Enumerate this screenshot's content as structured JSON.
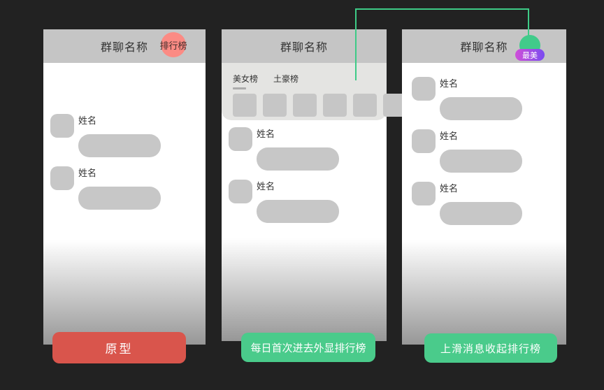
{
  "background": "#222222",
  "colors": {
    "header_gray": "#c5c5c5",
    "placeholder_gray": "#c7c7c7",
    "overlay_gray": "#e4e4e2",
    "red_button": "#d9554c",
    "pink_badge": "#fb8b84",
    "green_button": "#4acb8b",
    "connector_green": "#3ecb87",
    "crown_circle_green": "#41cb8a",
    "crown_badge_gradient_start": "#cf4fd8",
    "crown_badge_gradient_end": "#7a4cf0"
  },
  "panels": [
    {
      "header": {
        "title": "群聊名称",
        "rank_badge": "排行榜"
      },
      "list": [
        {
          "name_label": "姓名"
        },
        {
          "name_label": "姓名"
        }
      ],
      "caption_button": "原型"
    },
    {
      "header": {
        "title": "群聊名称"
      },
      "ranking_overlay": {
        "tabs": [
          {
            "label": "美女榜",
            "active": true
          },
          {
            "label": "土豪榜",
            "active": false
          }
        ],
        "avatar_count": 6
      },
      "list": [
        {
          "name_label": "姓名"
        },
        {
          "name_label": "姓名"
        }
      ],
      "caption_button": "每日首次进去外显排行榜"
    },
    {
      "header": {
        "title": "群聊名称",
        "crown_badge": "最美"
      },
      "list": [
        {
          "name_label": "姓名"
        },
        {
          "name_label": "姓名"
        },
        {
          "name_label": "姓名"
        }
      ],
      "caption_button": "上滑消息收起排行榜"
    }
  ]
}
